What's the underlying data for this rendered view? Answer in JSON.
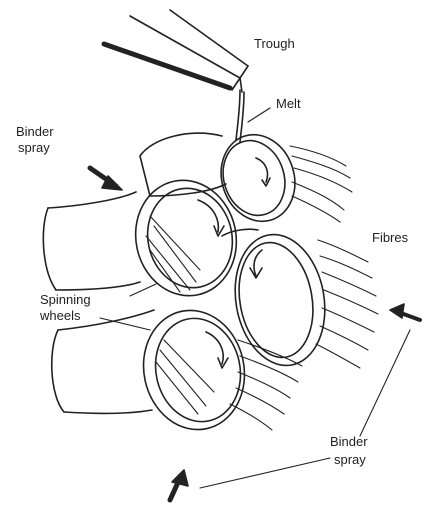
{
  "labels": {
    "trough": "Trough",
    "melt": "Melt",
    "binder_spray_left_line1": "Binder",
    "binder_spray_left_line2": "spray",
    "fibres": "Fibres",
    "spinning_wheels_line1": "Spinning",
    "spinning_wheels_line2": "wheels",
    "binder_spray_right_line1": "Binder",
    "binder_spray_right_line2": "spray"
  },
  "colors": {
    "ink": "#222222",
    "background": "#ffffff"
  }
}
